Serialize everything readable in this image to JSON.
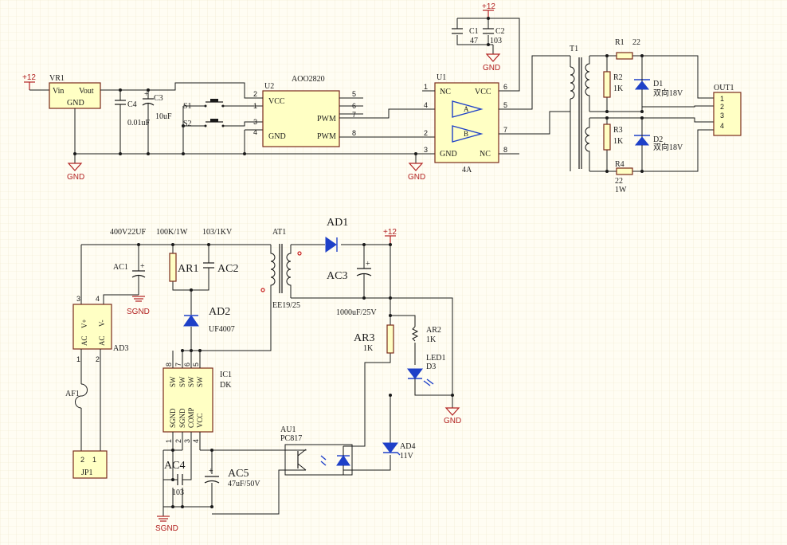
{
  "power": {
    "p12": "+12",
    "gnd": "GND",
    "sgnd": "SGND"
  },
  "top": {
    "vr1": {
      "ref": "VR1",
      "vin": "Vin",
      "vout": "Vout",
      "gnd": "GND"
    },
    "c4": {
      "ref": "C4",
      "value": "0.01uF"
    },
    "c3": {
      "ref": "C3",
      "value": "10uF"
    },
    "s1": "S1",
    "s2": "S2",
    "u2": {
      "ref": "U2",
      "part": "AOO2820",
      "vcc": "VCC",
      "gnd": "GND",
      "pwm1": "PWM",
      "pwm2": "PWM",
      "pins": [
        "2",
        "1",
        "3",
        "4",
        "5",
        "6",
        "7",
        "8"
      ]
    },
    "c1": {
      "ref": "C1",
      "value": "47"
    },
    "c2": {
      "ref": "C2",
      "value": "103"
    },
    "u1": {
      "ref": "U1",
      "part": "4A",
      "nc1": "NC",
      "vcc": "VCC",
      "gnd": "GND",
      "nc2": "NC",
      "a": "A",
      "b": "B",
      "pins": [
        "1",
        "4",
        "2",
        "3",
        "6",
        "5",
        "7",
        "8"
      ]
    },
    "t1": "T1",
    "r1": {
      "ref": "R1",
      "value": "22"
    },
    "r2": {
      "ref": "R2",
      "value": "1K"
    },
    "r3": {
      "ref": "R3",
      "value": "1K"
    },
    "r4": {
      "ref": "R4",
      "value": "22",
      "power": "1W"
    },
    "d1": {
      "ref": "D1",
      "value": "双向18V"
    },
    "d2": {
      "ref": "D2",
      "value": "双向18V"
    },
    "out1": {
      "ref": "OUT1",
      "pins": [
        "1",
        "2",
        "3",
        "4"
      ]
    }
  },
  "bottom": {
    "ac1": {
      "ref": "AC1",
      "value": "400V22UF"
    },
    "ar1": {
      "ref": "AR1",
      "value": "100K/1W"
    },
    "ac2": {
      "ref": "AC2",
      "value": "103/1KV"
    },
    "at1": {
      "ref": "AT1",
      "part": "EE19/25"
    },
    "ad1": {
      "ref": "AD1"
    },
    "ac3": {
      "ref": "AC3",
      "value": "1000uF/25V"
    },
    "ad2": {
      "ref": "AD2",
      "value": "UF4007"
    },
    "ad3": {
      "ref": "AD3",
      "vp": "V+",
      "vm": "V-",
      "ac1": "AC",
      "ac2": "AC",
      "pins": [
        "3",
        "4",
        "1",
        "2"
      ]
    },
    "ar2": {
      "ref": "AR2",
      "value": "1K"
    },
    "led1": {
      "ref": "LED1",
      "sub": "D3"
    },
    "ar3": {
      "ref": "AR3",
      "value": "1K"
    },
    "ic1": {
      "ref": "IC1",
      "part": "DK",
      "top_pins": [
        "8",
        "7",
        "6",
        "5"
      ],
      "bot_pins": [
        "1",
        "2",
        "3",
        "4"
      ],
      "sw": [
        "SW",
        "SW",
        "SW",
        "SW"
      ],
      "low": [
        "SGND",
        "SGND",
        "COMP",
        "VCC"
      ]
    },
    "af1": "AF1",
    "jp1": {
      "ref": "JP1",
      "pins": [
        "2",
        "1"
      ]
    },
    "au1": {
      "ref": "AU1",
      "part": "PC817"
    },
    "ad4": {
      "ref": "AD4",
      "value": "11V"
    },
    "ac4": {
      "ref": "AC4",
      "value": "103"
    },
    "ac5": {
      "ref": "AC5",
      "value": "47uF/50V"
    }
  }
}
